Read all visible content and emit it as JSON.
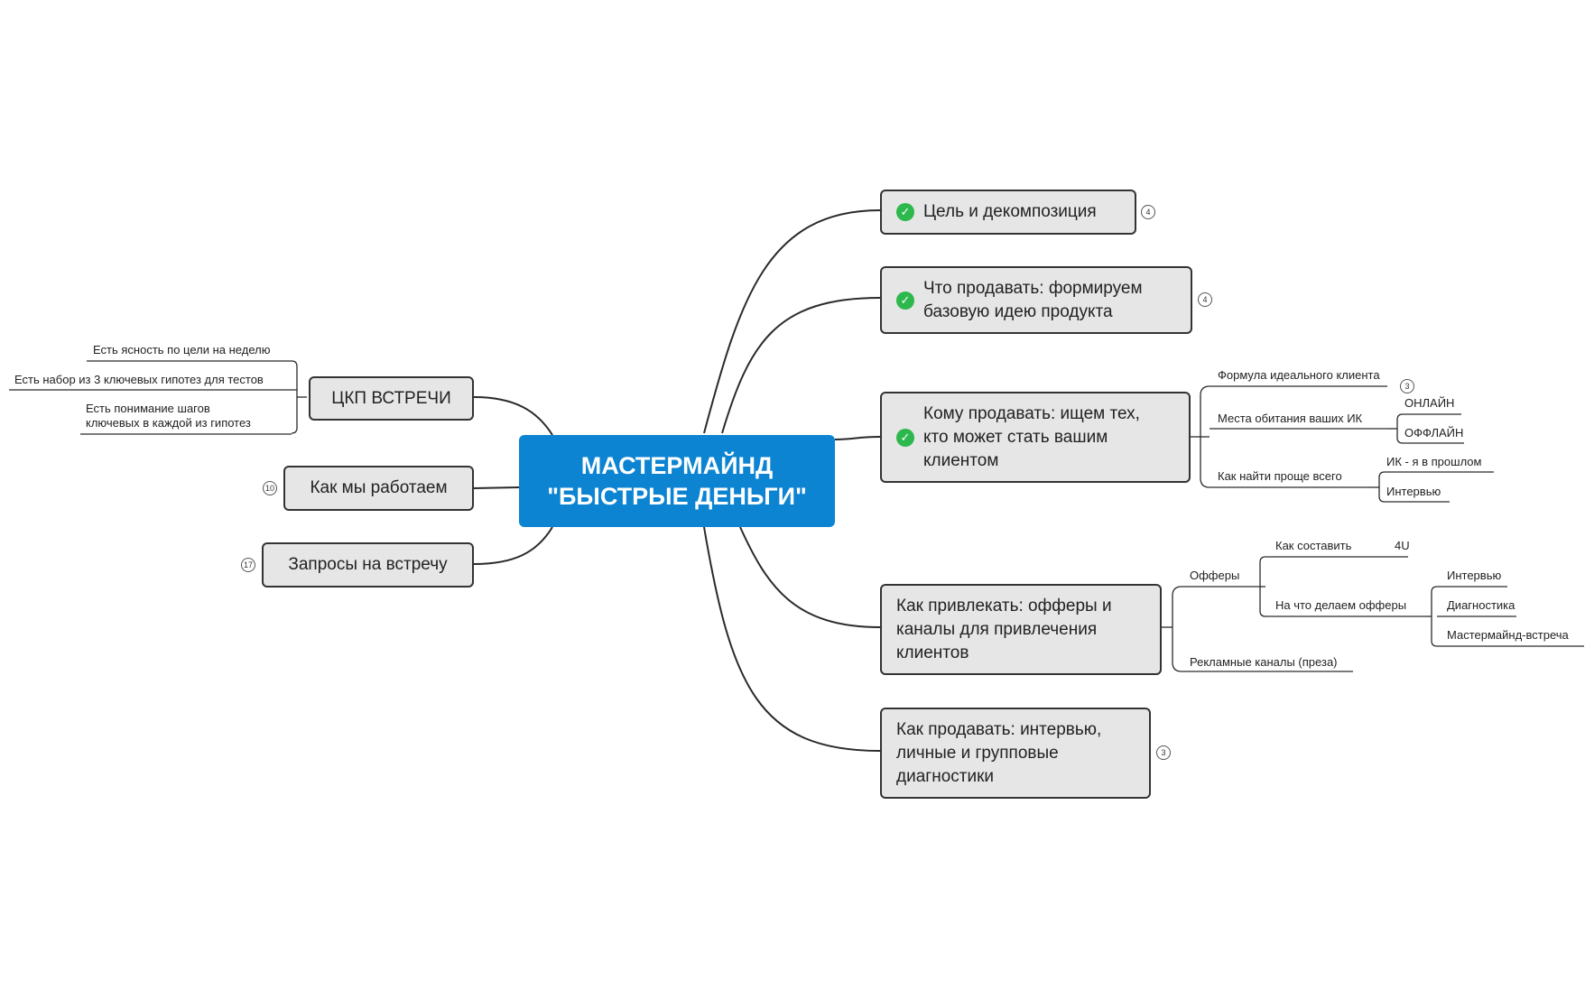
{
  "central": {
    "line1": "МАСТЕРМАЙНД",
    "line2": "\"БЫСТРЫЕ ДЕНЬГИ\""
  },
  "right": {
    "goal": {
      "label": "Цель и декомпозиция",
      "count": "4",
      "done": true
    },
    "what": {
      "label": "Что продавать: формируем\nбазовую идею продукта",
      "count": "4",
      "done": true
    },
    "whom": {
      "label": "Кому продавать: ищем тех,\nкто может стать вашим\nклиентом",
      "done": true,
      "children": {
        "formula": {
          "label": "Формула идеального клиента",
          "count": "3"
        },
        "places": {
          "label": "Места обитания ваших ИК",
          "children": [
            "ОНЛАЙН",
            "ОФФЛАЙН"
          ]
        },
        "easiest": {
          "label": "Как найти проще всего",
          "children": [
            "ИК - я в прошлом",
            "Интервью"
          ]
        }
      }
    },
    "attract": {
      "label": "Как привлекать: офферы и\nканалы для привлечения\nклиентов",
      "children": {
        "offers": {
          "label": "Офферы",
          "how": {
            "label": "Как составить",
            "children": [
              "4U"
            ]
          },
          "onwhat": {
            "label": "На что делаем офферы",
            "children": [
              "Интервью",
              "Диагностика",
              "Мастермайнд-встреча"
            ]
          }
        },
        "channels": {
          "label": "Рекламные каналы (преза)"
        }
      }
    },
    "sell": {
      "label": "Как продавать: интервью,\nличные и групповые\nдиагностики",
      "count": "3"
    }
  },
  "left": {
    "ckp": {
      "label": "ЦКП ВСТРЕЧИ",
      "children": [
        "Есть ясность по цели на неделю",
        "Есть набор из 3 ключевых гипотез для тестов",
        "Есть понимание шагов\nключевых в каждой из гипотез"
      ]
    },
    "work": {
      "label": "Как мы работаем",
      "count": "10"
    },
    "requests": {
      "label": "Запросы на встречу",
      "count": "17"
    }
  },
  "check_glyph": "✓",
  "colors": {
    "central": "#0c84d2",
    "node_fill": "#e6e6e6",
    "check": "#2db84d",
    "line": "#2a2a2a"
  }
}
